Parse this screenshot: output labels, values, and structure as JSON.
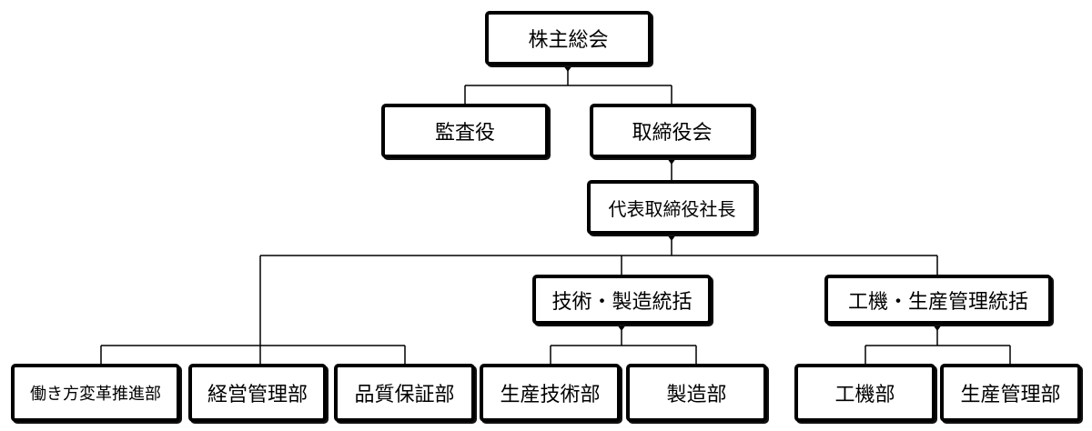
{
  "org": {
    "shareholders": "株主総会",
    "auditor": "監査役",
    "board": "取締役会",
    "president": "代表取締役社長",
    "tech_mfg": "技術・製造統括",
    "factory_prod": "工機・生産管理統括",
    "work_reform": "働き方変革推進部",
    "admin": "経営管理部",
    "qa": "品質保証部",
    "prod_tech": "生産技術部",
    "manufacturing": "製造部",
    "machinery": "工機部",
    "prod_control": "生産管理部"
  }
}
